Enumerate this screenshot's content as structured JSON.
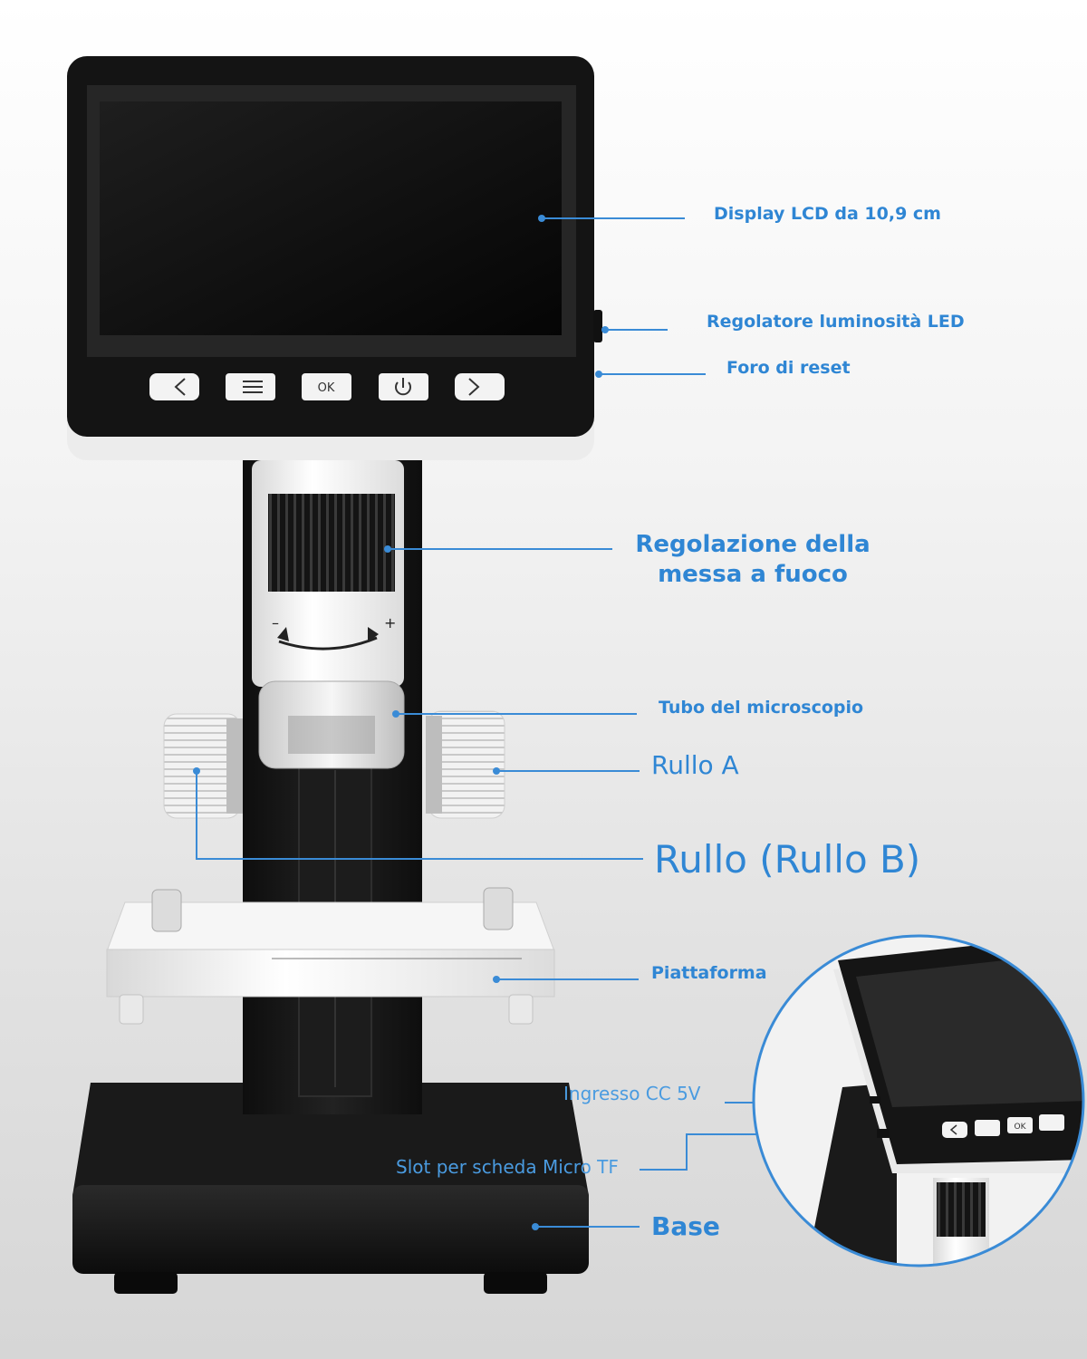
{
  "labels": {
    "display": "Display LCD da 10,9 cm",
    "brightness": "Regolatore luminosità LED",
    "reset": "Foro di reset",
    "focus_line1": "Regolazione della",
    "focus_line2": "messa a fuoco",
    "tube": "Tubo del microscopio",
    "roller_a": "Rullo A",
    "roller_b": "Rullo (Rullo B)",
    "platform": "Piattaforma",
    "dc_input": "Ingresso CC 5V",
    "tf_slot": "Slot per scheda Micro TF",
    "base": "Base"
  },
  "device": {
    "ok_button": "OK",
    "inset_ok_button": "OK"
  },
  "colors": {
    "accent": "#2f86d4",
    "body_dark": "#151515",
    "body_white": "#f4f4f4"
  },
  "icons": [
    "back-icon",
    "menu-icon",
    "power-icon",
    "forward-icon"
  ]
}
